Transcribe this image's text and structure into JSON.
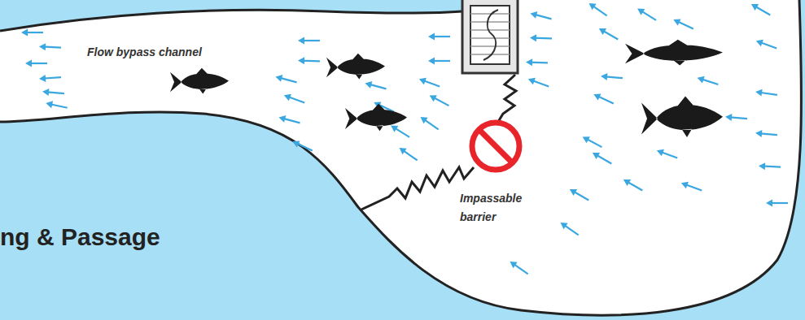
{
  "diagram": {
    "title": "ng & Passage",
    "labels": [
      "Flow bypass channel",
      "Impassable barrier"
    ]
  }
}
